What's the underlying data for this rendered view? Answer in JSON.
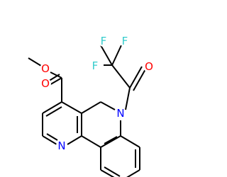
{
  "structure": {
    "atoms": {
      "methyl_oxygen": {
        "symbol": "O",
        "color": "#ff0000"
      },
      "carbonyl_oxygen_ester": {
        "symbol": "O",
        "color": "#ff0000"
      },
      "carbonyl_oxygen_amide": {
        "symbol": "O",
        "color": "#ff0000"
      },
      "fluorine_1": {
        "symbol": "F",
        "color": "#33cccc"
      },
      "fluorine_2": {
        "symbol": "F",
        "color": "#33cccc"
      },
      "fluorine_3": {
        "symbol": "F",
        "color": "#33cccc"
      },
      "ring_nitrogen": {
        "symbol": "N",
        "color": "#0000ff"
      },
      "amide_nitrogen": {
        "symbol": "N",
        "color": "#0000ff"
      }
    },
    "bond_color": "#000000"
  }
}
